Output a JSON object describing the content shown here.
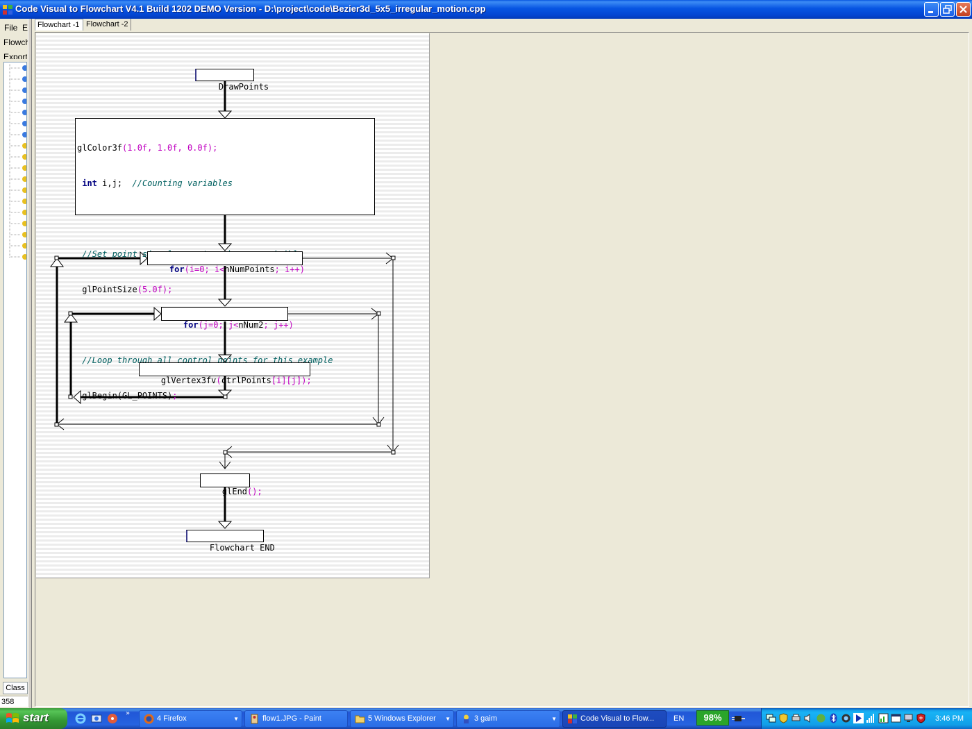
{
  "window": {
    "title": "Code Visual to Flowchart V4.1 Build 1202 DEMO Version - D:\\project\\code\\Bezier3d_5x5_irregular_motion.cpp"
  },
  "left_panel": {
    "menu_file": "File",
    "menu_edit": "E",
    "menu_flowchart": "Flowch",
    "menu_export": "Export",
    "class_tab": "Class",
    "line_number": "358"
  },
  "tabs": [
    {
      "label": "Flowchart -1",
      "active": true
    },
    {
      "label": "Flowchart -2",
      "active": false
    }
  ],
  "flowchart": {
    "start": "DrawPoints",
    "block1": {
      "line1": {
        "fn": "glColor3f",
        "args": "(1.0f, 1.0f, 0.0f);"
      },
      "line2": {
        "kw": "int",
        "vars": " i,j;  ",
        "comment": "//Counting variables"
      },
      "line3": {
        "comment": "//Set point size larger to make more visible"
      },
      "line4": {
        "fn": "glPointSize",
        "args": "(5.0f);"
      },
      "line5": {
        "comment": "//Loop through all control points for this example"
      },
      "line6": {
        "fn": "glBegin(GL_POINTS)",
        "args": ";"
      }
    },
    "loop_outer": {
      "kw": "for",
      "p1": "(i=0; i<",
      "ident": "nNumPoints",
      "p2": "; i++)"
    },
    "loop_inner": {
      "kw": "for",
      "p1": "(j=0; j<",
      "ident": "nNum2",
      "p2": "; j++)"
    },
    "statement": {
      "fn": "glVertex3fv",
      "p1": "(",
      "ident": "ctrlPoints",
      "p2": "[i][j]);"
    },
    "end_call": {
      "fn": "glEnd",
      "args": "();"
    },
    "end": "Flowchart END"
  },
  "taskbar": {
    "start_label": "start",
    "tasks": [
      {
        "label": "4 Firefox",
        "has_arrow": true
      },
      {
        "label": "flow1.JPG - Paint",
        "has_arrow": false
      },
      {
        "label": "5 Windows Explorer",
        "has_arrow": true
      },
      {
        "label": "3 gaim",
        "has_arrow": true
      },
      {
        "label": "Code Visual to Flow...",
        "has_arrow": false,
        "active": true
      }
    ],
    "language": "EN",
    "battery": "98%",
    "clock": "3:46 PM"
  }
}
